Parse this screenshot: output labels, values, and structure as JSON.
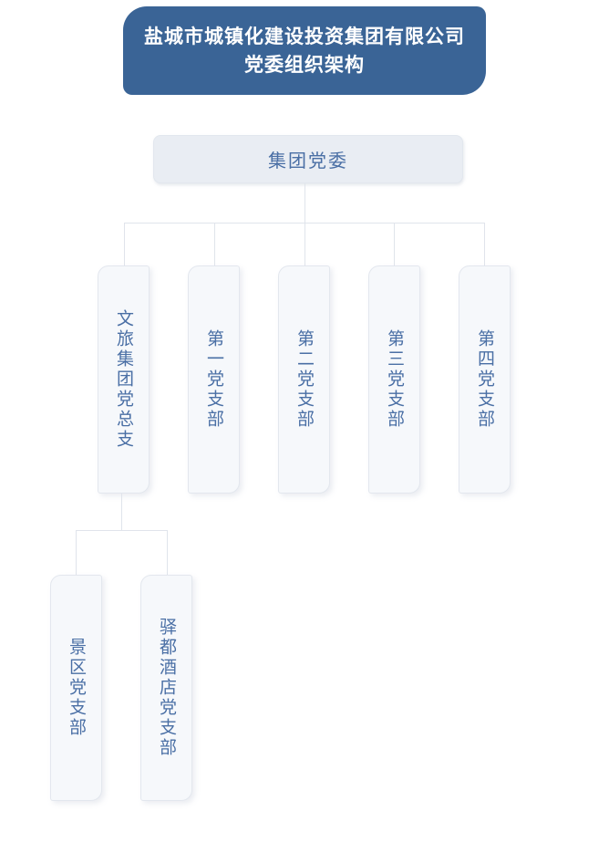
{
  "header": {
    "title_line1": "盐城市城镇化建设投资集团有限公司",
    "title_line2": "党委组织架构"
  },
  "tree": {
    "root": {
      "label": "集团党委",
      "children": [
        {
          "label": "文旅集团党总支",
          "children": [
            {
              "label": "景区党支部"
            },
            {
              "label": "驿都酒店党支部"
            }
          ]
        },
        {
          "label": "第一党支部"
        },
        {
          "label": "第二党支部"
        },
        {
          "label": "第三党支部"
        },
        {
          "label": "第四党支部"
        }
      ]
    }
  },
  "colors": {
    "banner_bg": "#3a6496",
    "banner_text": "#ffffff",
    "root_node_bg": "#e9edf3",
    "node_bg": "#f6f8fb",
    "node_border": "#e3e7ee",
    "node_text": "#4a6fa5",
    "connector": "#e0e4eb",
    "page_bg": "#ffffff"
  }
}
